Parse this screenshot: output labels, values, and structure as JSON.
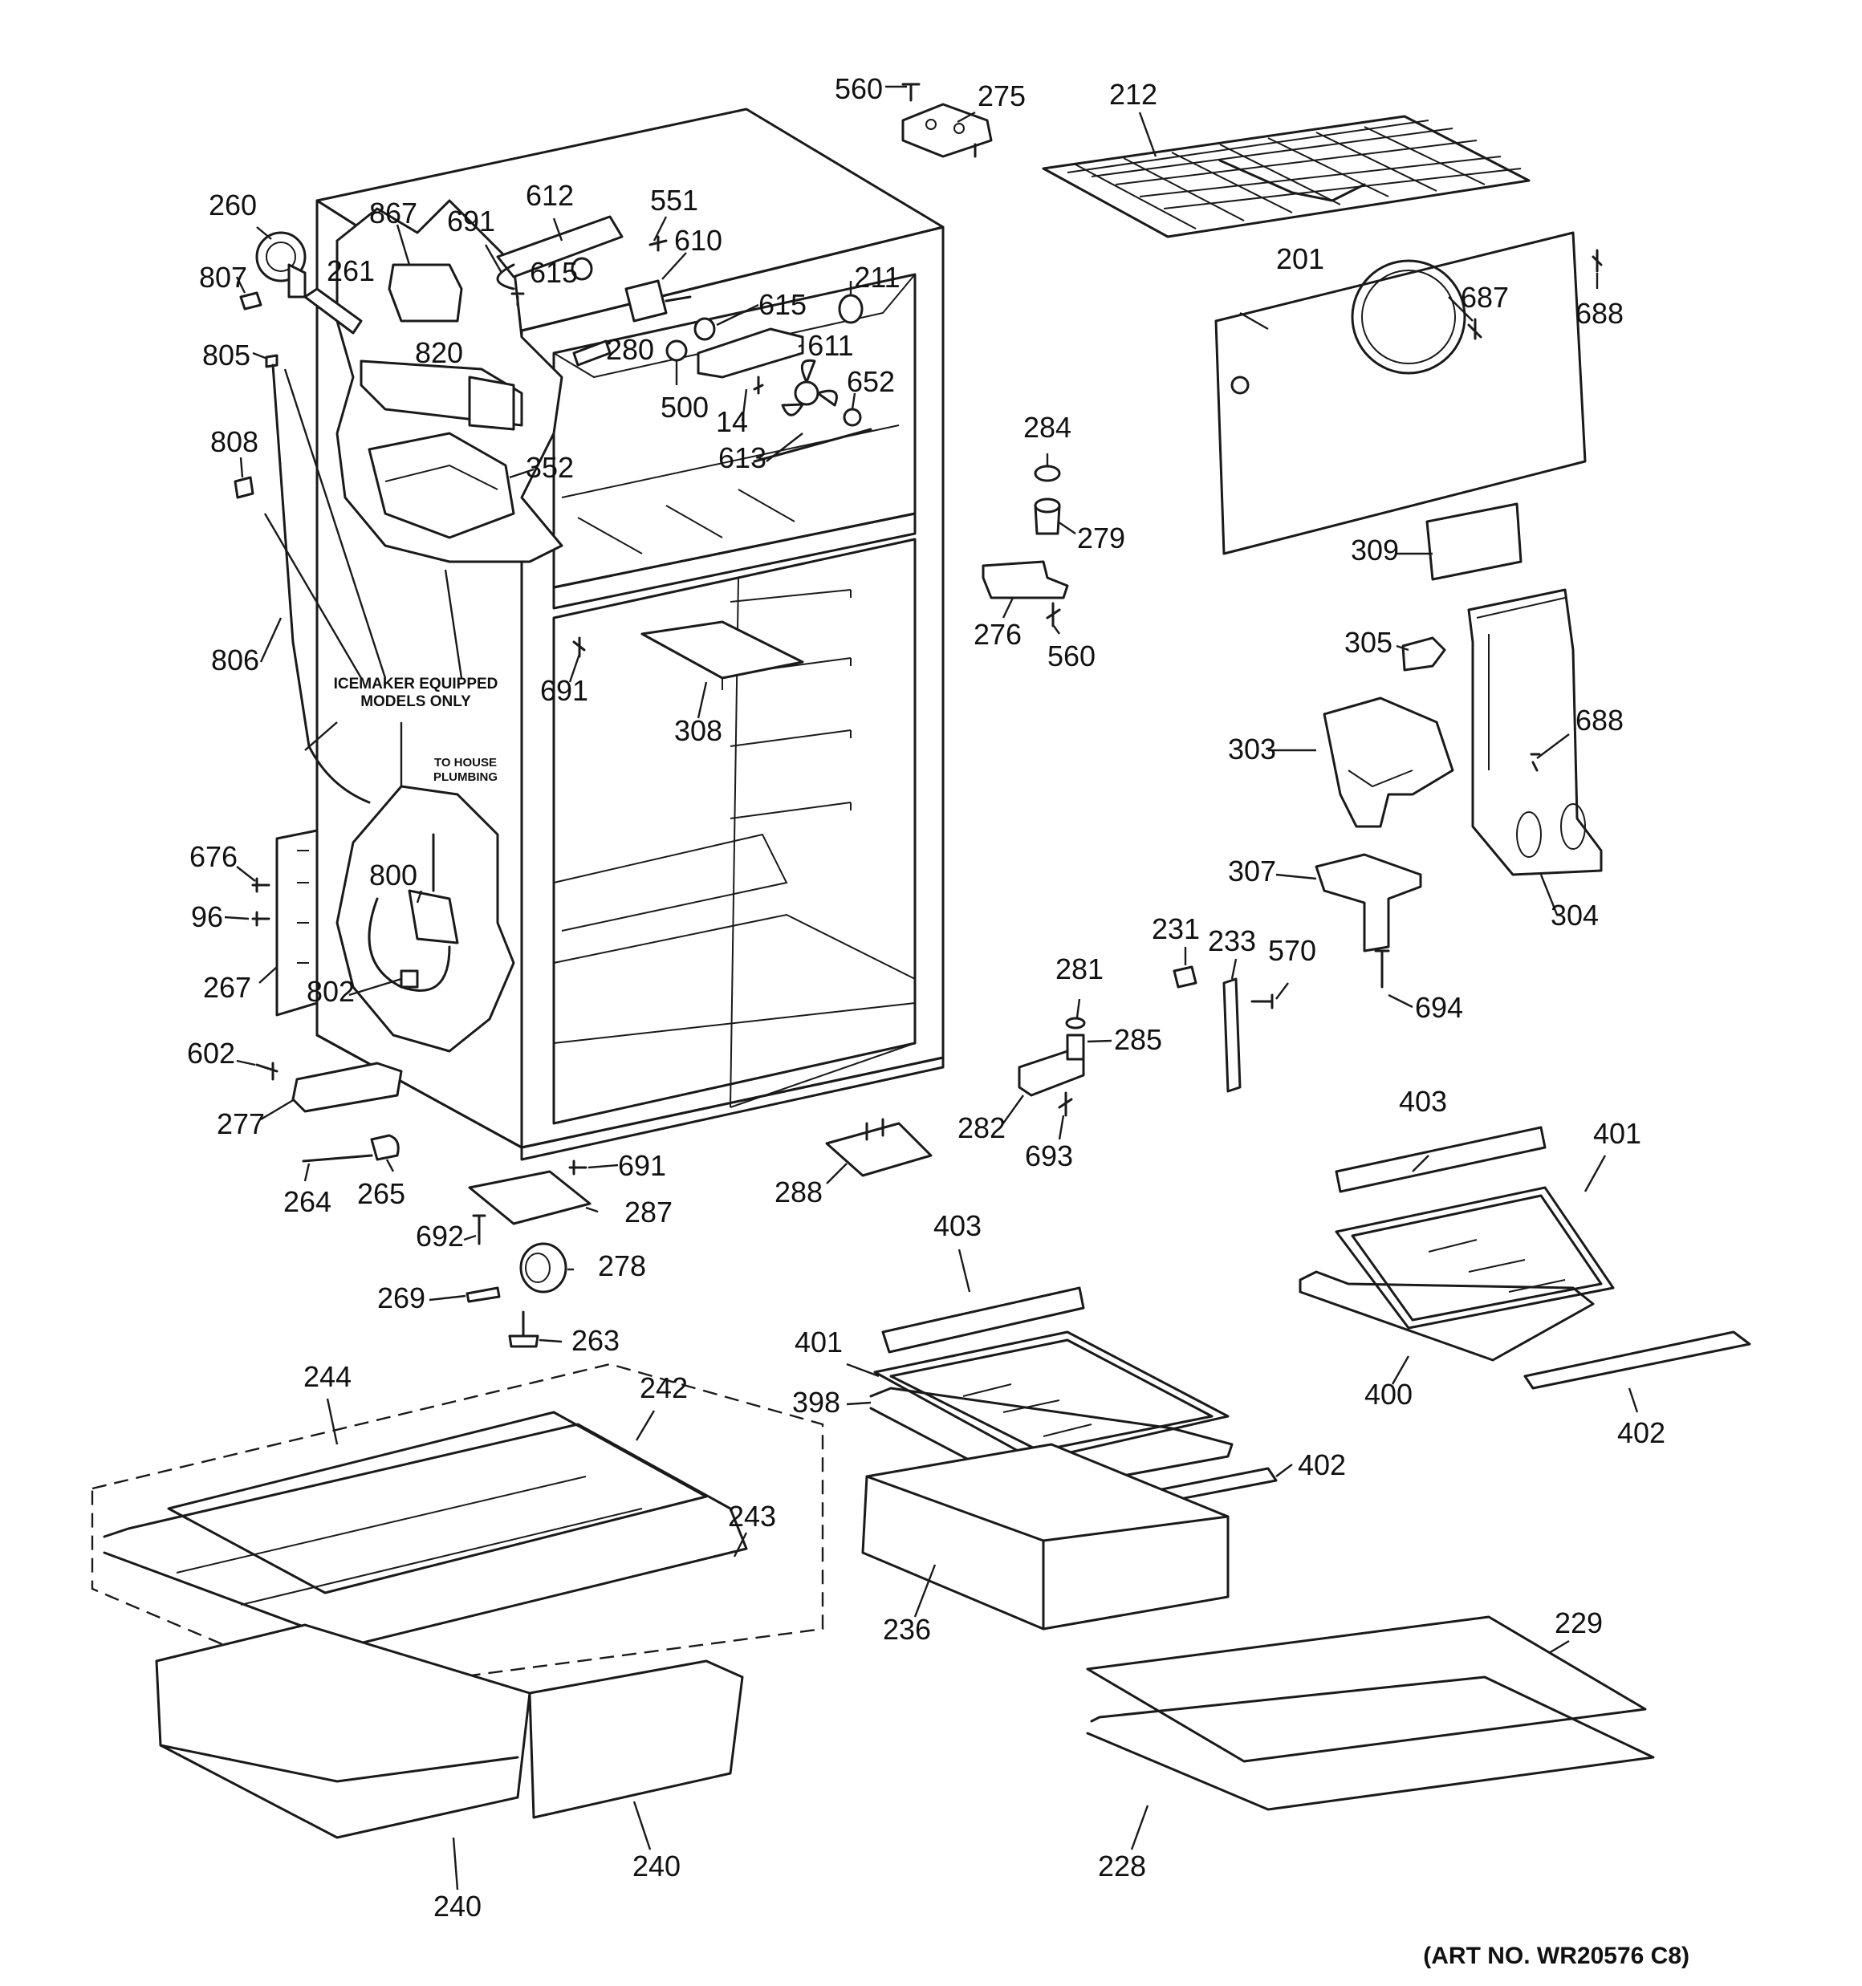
{
  "notes": {
    "icemaker": [
      "ICEMAKER EQUIPPED",
      "MODELS ONLY"
    ],
    "plumbing": [
      "TO HOUSE",
      "PLUMBING"
    ]
  },
  "art_number": "(ART NO. WR20576 C8)",
  "parts": [
    {
      "n": "560"
    },
    {
      "n": "275"
    },
    {
      "n": "212"
    },
    {
      "n": "260"
    },
    {
      "n": "867"
    },
    {
      "n": "612"
    },
    {
      "n": "551"
    },
    {
      "n": "691"
    },
    {
      "n": "610"
    },
    {
      "n": "211"
    },
    {
      "n": "615"
    },
    {
      "n": "807"
    },
    {
      "n": "261"
    },
    {
      "n": "615"
    },
    {
      "n": "280"
    },
    {
      "n": "611"
    },
    {
      "n": "201"
    },
    {
      "n": "687"
    },
    {
      "n": "688"
    },
    {
      "n": "805"
    },
    {
      "n": "820"
    },
    {
      "n": "652"
    },
    {
      "n": "500"
    },
    {
      "n": "14"
    },
    {
      "n": "808"
    },
    {
      "n": "613"
    },
    {
      "n": "352"
    },
    {
      "n": "284"
    },
    {
      "n": "279"
    },
    {
      "n": "309"
    },
    {
      "n": "276"
    },
    {
      "n": "560"
    },
    {
      "n": "806"
    },
    {
      "n": "691"
    },
    {
      "n": "308"
    },
    {
      "n": "305"
    },
    {
      "n": "303"
    },
    {
      "n": "688"
    },
    {
      "n": "676"
    },
    {
      "n": "800"
    },
    {
      "n": "307"
    },
    {
      "n": "304"
    },
    {
      "n": "96"
    },
    {
      "n": "267"
    },
    {
      "n": "802"
    },
    {
      "n": "231"
    },
    {
      "n": "233"
    },
    {
      "n": "570"
    },
    {
      "n": "281"
    },
    {
      "n": "694"
    },
    {
      "n": "285"
    },
    {
      "n": "602"
    },
    {
      "n": "277"
    },
    {
      "n": "282"
    },
    {
      "n": "693"
    },
    {
      "n": "691"
    },
    {
      "n": "264"
    },
    {
      "n": "265"
    },
    {
      "n": "287"
    },
    {
      "n": "288"
    },
    {
      "n": "403"
    },
    {
      "n": "401"
    },
    {
      "n": "692"
    },
    {
      "n": "278"
    },
    {
      "n": "403"
    },
    {
      "n": "269"
    },
    {
      "n": "263"
    },
    {
      "n": "401"
    },
    {
      "n": "400"
    },
    {
      "n": "402"
    },
    {
      "n": "244"
    },
    {
      "n": "242"
    },
    {
      "n": "398"
    },
    {
      "n": "402"
    },
    {
      "n": "243"
    },
    {
      "n": "236"
    },
    {
      "n": "229"
    },
    {
      "n": "240"
    },
    {
      "n": "228"
    },
    {
      "n": "240"
    }
  ]
}
